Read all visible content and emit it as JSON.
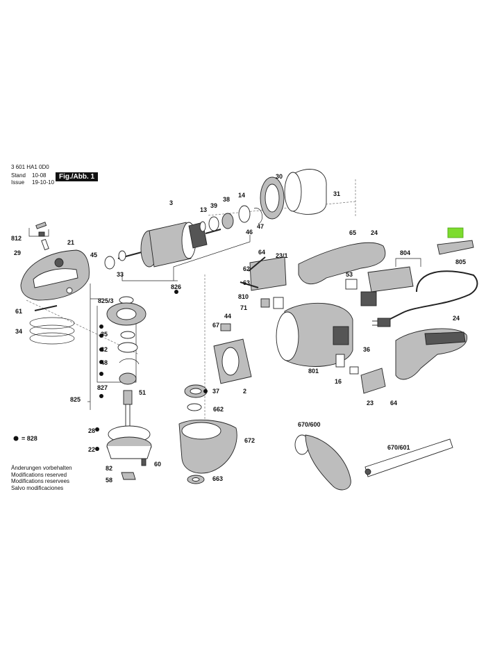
{
  "header": {
    "doc_number": "3 601 HA1 0D0",
    "stand_label": "Stand",
    "stand_value": "10-08",
    "issue_label": "Issue",
    "issue_value": "19-10-10",
    "figure_label": "Fig./Abb. 1"
  },
  "notes": [
    "Änderungen vorbehalten",
    "Modifications reserved",
    "Modifications reservees",
    "Salvo modificaciones"
  ],
  "legend": {
    "marker_label": "= 828"
  },
  "labels": [
    {
      "id": "812",
      "text": "812"
    },
    {
      "id": "29",
      "text": "29"
    },
    {
      "id": "21",
      "text": "21"
    },
    {
      "id": "45",
      "text": "45"
    },
    {
      "id": "33",
      "text": "33"
    },
    {
      "id": "3",
      "text": "3"
    },
    {
      "id": "13",
      "text": "13"
    },
    {
      "id": "39",
      "text": "39"
    },
    {
      "id": "38",
      "text": "38"
    },
    {
      "id": "14",
      "text": "14"
    },
    {
      "id": "30",
      "text": "30"
    },
    {
      "id": "31",
      "text": "31"
    },
    {
      "id": "47",
      "text": "47"
    },
    {
      "id": "46",
      "text": "46"
    },
    {
      "id": "826",
      "text": "826"
    },
    {
      "id": "825_3",
      "text": "825/3"
    },
    {
      "id": "61",
      "text": "61"
    },
    {
      "id": "34",
      "text": "34"
    },
    {
      "id": "35",
      "text": "35"
    },
    {
      "id": "32",
      "text": "32"
    },
    {
      "id": "48",
      "text": "48"
    },
    {
      "id": "827",
      "text": "827"
    },
    {
      "id": "51",
      "text": "51"
    },
    {
      "id": "825",
      "text": "825"
    },
    {
      "id": "28",
      "text": "28"
    },
    {
      "id": "22",
      "text": "22"
    },
    {
      "id": "82",
      "text": "82"
    },
    {
      "id": "60",
      "text": "60"
    },
    {
      "id": "58",
      "text": "58"
    },
    {
      "id": "64a",
      "text": "64"
    },
    {
      "id": "62",
      "text": "62"
    },
    {
      "id": "23_1",
      "text": "23/1"
    },
    {
      "id": "63",
      "text": "63"
    },
    {
      "id": "810",
      "text": "810"
    },
    {
      "id": "71",
      "text": "71"
    },
    {
      "id": "44",
      "text": "44"
    },
    {
      "id": "67",
      "text": "67"
    },
    {
      "id": "2",
      "text": "2"
    },
    {
      "id": "37",
      "text": "37"
    },
    {
      "id": "662",
      "text": "662"
    },
    {
      "id": "672",
      "text": "672"
    },
    {
      "id": "663",
      "text": "663"
    },
    {
      "id": "65",
      "text": "65"
    },
    {
      "id": "24a",
      "text": "24"
    },
    {
      "id": "804",
      "text": "804"
    },
    {
      "id": "805",
      "text": "805"
    },
    {
      "id": "53",
      "text": "53"
    },
    {
      "id": "801",
      "text": "801"
    },
    {
      "id": "36",
      "text": "36"
    },
    {
      "id": "16",
      "text": "16"
    },
    {
      "id": "24b",
      "text": "24"
    },
    {
      "id": "23",
      "text": "23"
    },
    {
      "id": "64b",
      "text": "64"
    },
    {
      "id": "670_600",
      "text": "670/600"
    },
    {
      "id": "670_601",
      "text": "670/601"
    }
  ],
  "colors": {
    "ink": "#111111",
    "highlight": "#7ddc2e",
    "part_fill": "#bdbdbd"
  }
}
